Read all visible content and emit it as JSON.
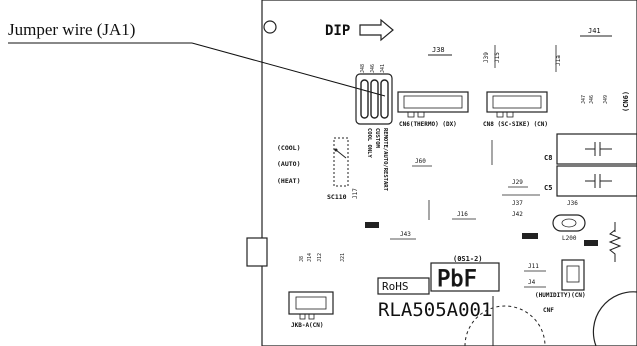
{
  "callout": {
    "text": "Jumper wire (JA1)"
  },
  "board": {
    "dip_label": "DIP",
    "labels": {
      "j41": "J41",
      "j38": "J38",
      "j39": "J39",
      "j15": "J15",
      "j1a": "J1a",
      "jumpers_a": "J48",
      "jumpers_b": "J46",
      "jumpers_c": "J41",
      "cn_thermo": "CN6(THERMO) (DX)",
      "cn_sc": "CN8 (SC-SIKE) (CN)",
      "c8": "C8",
      "c5": "C5",
      "cool": "(COOL)",
      "auto": "(AUTO)",
      "heat": "(HEAT)",
      "sw": "SC110",
      "j60": "J60",
      "j17": "J17",
      "j29": "J29",
      "j37": "J37",
      "j42": "J42",
      "j36": "J36",
      "j16": "J16",
      "j43": "J43",
      "l200": "L200",
      "j11": "J11",
      "j4": "J4",
      "humidity": "(HUMIDITY)(CN)",
      "cnf": "CNF",
      "jmb": "JKB-A(CN)",
      "model_small": "(0S1-2)",
      "rohs": "RoHS",
      "pbf": "PbF",
      "model": "RLA505A001",
      "vert_text_1": "REMOTE/AUTO/RESTART",
      "vert_text_2": "CUSTOM",
      "vert_text_3": "COOL ONLY"
    }
  }
}
